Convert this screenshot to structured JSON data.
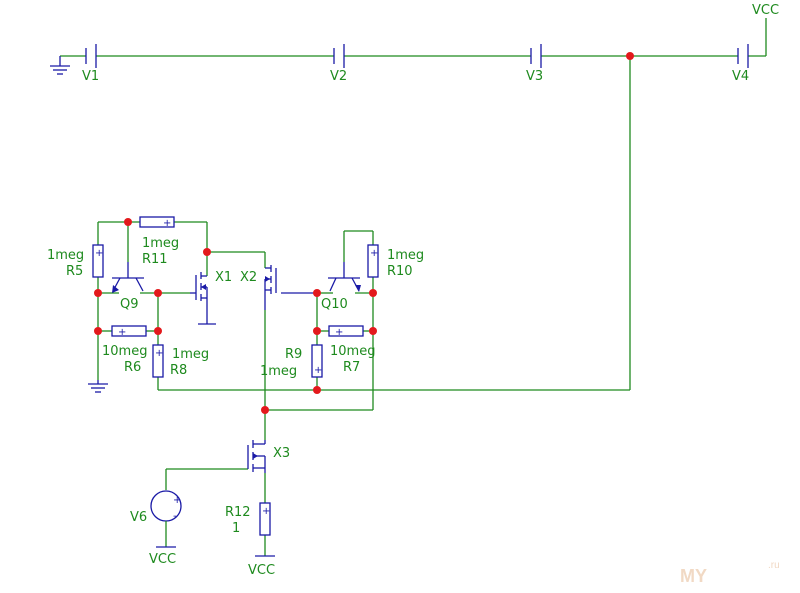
{
  "sources": {
    "v1": "V1",
    "v2": "V2",
    "v3": "V3",
    "v4": "V4",
    "v6": "V6",
    "plus": "+",
    "minus": "-"
  },
  "supply_labels": [
    "VCC",
    "VCC",
    "VCC"
  ],
  "transistors": {
    "q9": "Q9",
    "q10": "Q10",
    "x1": "X1",
    "x2": "X2",
    "x3": "X3"
  },
  "resistors": {
    "r5": {
      "value": "1meg",
      "name": "R5"
    },
    "r11": {
      "value": "1meg",
      "name": "R11"
    },
    "r6": {
      "value": "10meg",
      "name": "R6"
    },
    "r8": {
      "value": "1meg",
      "name": "R8"
    },
    "r10": {
      "value": "1meg",
      "name": "R10"
    },
    "r9": {
      "value": "1meg",
      "name": "R9"
    },
    "r7": {
      "value": "10meg",
      "name": "R7"
    },
    "r12": {
      "value": "1",
      "name": "R12"
    }
  },
  "watermark": {
    "text": "MY",
    "suffix": ".ru"
  },
  "colors": {
    "wire": "#1f8a1f",
    "component": "#1a1aa6",
    "junction": "#e3191c",
    "label": "#1e8a1e"
  }
}
